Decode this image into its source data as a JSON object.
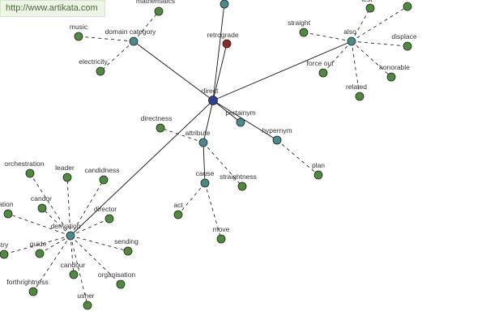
{
  "url_badge": "http://www.artikata.com",
  "colors": {
    "hub": "#2f3e8e",
    "node": "#4a8a8c",
    "leaf": "#4f8a3e",
    "special": "#8b2a2a",
    "stroke": "#222222",
    "edge": "#111111"
  },
  "nodes": [
    {
      "id": "direct",
      "label": "direct",
      "kind": "hub"
    },
    {
      "id": "retrograde",
      "label": "retrograde",
      "kind": "special"
    },
    {
      "id": "top",
      "label": "",
      "kind": "node"
    },
    {
      "id": "domain",
      "label": "domain category",
      "kind": "node"
    },
    {
      "id": "mathematics",
      "label": "mathematics",
      "kind": "leaf"
    },
    {
      "id": "music",
      "label": "music",
      "kind": "leaf"
    },
    {
      "id": "electricity",
      "label": "electricity",
      "kind": "leaf"
    },
    {
      "id": "also",
      "label": "also",
      "kind": "node"
    },
    {
      "id": "straight",
      "label": "straight",
      "kind": "leaf"
    },
    {
      "id": "also_top1",
      "label": "lest",
      "kind": "leaf"
    },
    {
      "id": "also_top2",
      "label": "",
      "kind": "leaf"
    },
    {
      "id": "displace",
      "label": "displace",
      "kind": "leaf"
    },
    {
      "id": "honorable",
      "label": "honorable",
      "kind": "leaf"
    },
    {
      "id": "related",
      "label": "related",
      "kind": "leaf"
    },
    {
      "id": "forceout",
      "label": "force out",
      "kind": "leaf"
    },
    {
      "id": "pertainym",
      "label": "pertainym",
      "kind": "node"
    },
    {
      "id": "hypernym",
      "label": "hypernym",
      "kind": "node"
    },
    {
      "id": "plan",
      "label": "plan",
      "kind": "leaf"
    },
    {
      "id": "attribute",
      "label": "attribute",
      "kind": "node"
    },
    {
      "id": "directness",
      "label": "directness",
      "kind": "leaf"
    },
    {
      "id": "straightness",
      "label": "straightness",
      "kind": "leaf"
    },
    {
      "id": "cause",
      "label": "cause",
      "kind": "node"
    },
    {
      "id": "act",
      "label": "act",
      "kind": "leaf"
    },
    {
      "id": "move",
      "label": "move",
      "kind": "leaf"
    },
    {
      "id": "derivation",
      "label": "derivation",
      "kind": "node"
    },
    {
      "id": "orchestration",
      "label": "orchestration",
      "kind": "leaf"
    },
    {
      "id": "leader",
      "label": "leader",
      "kind": "leaf"
    },
    {
      "id": "candidness",
      "label": "candidness",
      "kind": "leaf"
    },
    {
      "id": "organization",
      "label": "nization",
      "kind": "leaf"
    },
    {
      "id": "candor",
      "label": "candor",
      "kind": "leaf"
    },
    {
      "id": "director",
      "label": "director",
      "kind": "leaf"
    },
    {
      "id": "ancestry",
      "label": "estry",
      "kind": "leaf"
    },
    {
      "id": "guide",
      "label": "guide",
      "kind": "leaf"
    },
    {
      "id": "sending",
      "label": "sending",
      "kind": "leaf"
    },
    {
      "id": "candour",
      "label": "candour",
      "kind": "leaf"
    },
    {
      "id": "organisation",
      "label": "organisation",
      "kind": "leaf"
    },
    {
      "id": "forthrightness",
      "label": "forthrightness",
      "kind": "leaf"
    },
    {
      "id": "usher",
      "label": "usher",
      "kind": "leaf"
    }
  ],
  "edges": [
    {
      "from": "direct",
      "to": "domain",
      "style": "solid"
    },
    {
      "from": "direct",
      "to": "retrograde",
      "style": "solid"
    },
    {
      "from": "direct",
      "to": "top",
      "style": "solid"
    },
    {
      "from": "direct",
      "to": "also",
      "style": "solid"
    },
    {
      "from": "direct",
      "to": "pertainym",
      "style": "solid"
    },
    {
      "from": "direct",
      "to": "hypernym",
      "style": "solid"
    },
    {
      "from": "direct",
      "to": "attribute",
      "style": "solid"
    },
    {
      "from": "direct",
      "to": "derivation",
      "style": "solid"
    },
    {
      "from": "domain",
      "to": "mathematics",
      "style": "dashed"
    },
    {
      "from": "domain",
      "to": "music",
      "style": "dashed"
    },
    {
      "from": "domain",
      "to": "electricity",
      "style": "dashed"
    },
    {
      "from": "also",
      "to": "straight",
      "style": "dashed"
    },
    {
      "from": "also",
      "to": "also_top1",
      "style": "dashed"
    },
    {
      "from": "also",
      "to": "also_top2",
      "style": "dashed"
    },
    {
      "from": "also",
      "to": "displace",
      "style": "dashed"
    },
    {
      "from": "also",
      "to": "honorable",
      "style": "dashed"
    },
    {
      "from": "also",
      "to": "related",
      "style": "dashed"
    },
    {
      "from": "also",
      "to": "forceout",
      "style": "dashed"
    },
    {
      "from": "hypernym",
      "to": "plan",
      "style": "dashed"
    },
    {
      "from": "attribute",
      "to": "directness",
      "style": "dashed"
    },
    {
      "from": "attribute",
      "to": "straightness",
      "style": "dashed"
    },
    {
      "from": "attribute",
      "to": "cause",
      "style": "solid"
    },
    {
      "from": "cause",
      "to": "act",
      "style": "dashed"
    },
    {
      "from": "cause",
      "to": "move",
      "style": "dashed"
    },
    {
      "from": "derivation",
      "to": "orchestration",
      "style": "dashed"
    },
    {
      "from": "derivation",
      "to": "leader",
      "style": "dashed"
    },
    {
      "from": "derivation",
      "to": "candidness",
      "style": "dashed"
    },
    {
      "from": "derivation",
      "to": "organization",
      "style": "dashed"
    },
    {
      "from": "derivation",
      "to": "candor",
      "style": "dashed"
    },
    {
      "from": "derivation",
      "to": "director",
      "style": "dashed"
    },
    {
      "from": "derivation",
      "to": "ancestry",
      "style": "dashed"
    },
    {
      "from": "derivation",
      "to": "guide",
      "style": "dashed"
    },
    {
      "from": "derivation",
      "to": "sending",
      "style": "dashed"
    },
    {
      "from": "derivation",
      "to": "candour",
      "style": "dashed"
    },
    {
      "from": "derivation",
      "to": "organisation",
      "style": "dashed"
    },
    {
      "from": "derivation",
      "to": "forthrightness",
      "style": "dashed"
    },
    {
      "from": "derivation",
      "to": "usher",
      "style": "dashed"
    }
  ]
}
